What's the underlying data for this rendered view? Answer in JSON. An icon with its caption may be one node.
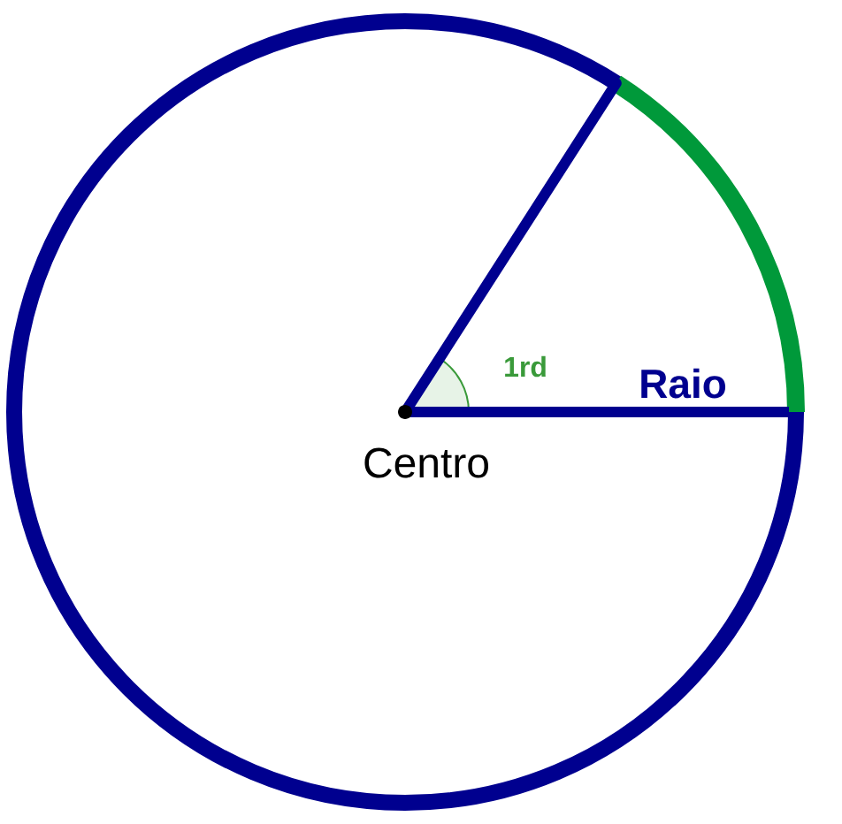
{
  "diagram": {
    "labels": [
      "1rd",
      "Raio",
      "Centro"
    ]
  }
}
